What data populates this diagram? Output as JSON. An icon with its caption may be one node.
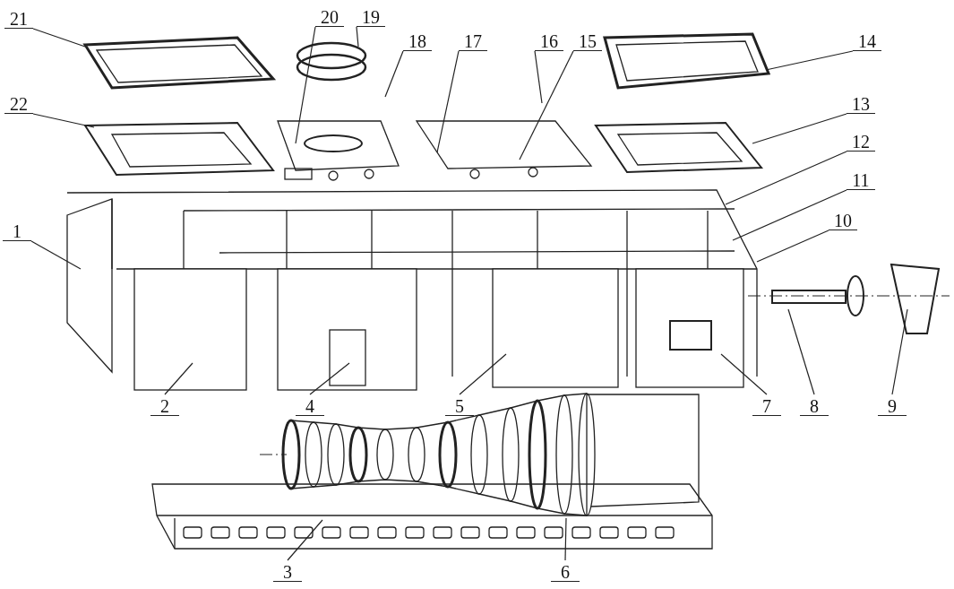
{
  "diagram": {
    "nodes": [
      {
        "text": [
          "1"
        ]
      },
      {
        "text": [
          "2"
        ]
      },
      {
        "text": [
          "3"
        ]
      },
      {
        "text": [
          "4"
        ]
      },
      {
        "text": [
          "5"
        ]
      },
      {
        "text": [
          "6"
        ]
      },
      {
        "text": [
          "7"
        ]
      },
      {
        "text": [
          "8"
        ]
      },
      {
        "text": [
          "9"
        ]
      },
      {
        "text": [
          "10"
        ]
      },
      {
        "text": [
          "11"
        ]
      },
      {
        "text": [
          "12"
        ]
      },
      {
        "text": [
          "13"
        ]
      },
      {
        "text": [
          "14"
        ]
      },
      {
        "text": [
          "15"
        ]
      },
      {
        "text": [
          "16"
        ]
      },
      {
        "text": [
          "17"
        ]
      },
      {
        "text": [
          "18"
        ]
      },
      {
        "text": [
          "19"
        ]
      },
      {
        "text": [
          "20"
        ]
      },
      {
        "text": [
          "21"
        ]
      },
      {
        "text": [
          "22"
        ]
      }
    ],
    "edges": [
      {
        "from": 0,
        "to": null,
        "arrow": "none"
      },
      {
        "from": 1,
        "to": null,
        "arrow": "none"
      },
      {
        "from": 2,
        "to": null,
        "arrow": "none"
      },
      {
        "from": 3,
        "to": null,
        "arrow": "none"
      },
      {
        "from": 4,
        "to": null,
        "arrow": "none"
      },
      {
        "from": 5,
        "to": null,
        "arrow": "none"
      },
      {
        "from": 6,
        "to": null,
        "arrow": "none"
      },
      {
        "from": 7,
        "to": null,
        "arrow": "none"
      },
      {
        "from": 8,
        "to": null,
        "arrow": "none"
      },
      {
        "from": 9,
        "to": null,
        "arrow": "none"
      },
      {
        "from": 10,
        "to": null,
        "arrow": "none"
      },
      {
        "from": 11,
        "to": null,
        "arrow": "none"
      },
      {
        "from": 12,
        "to": null,
        "arrow": "none"
      },
      {
        "from": 13,
        "to": null,
        "arrow": "none"
      },
      {
        "from": 14,
        "to": null,
        "arrow": "none"
      },
      {
        "from": 15,
        "to": null,
        "arrow": "none"
      },
      {
        "from": 16,
        "to": null,
        "arrow": "none"
      },
      {
        "from": 17,
        "to": null,
        "arrow": "none"
      },
      {
        "from": 18,
        "to": null,
        "arrow": "none"
      },
      {
        "from": 19,
        "to": null,
        "arrow": "none"
      },
      {
        "from": 20,
        "to": null,
        "arrow": "none"
      },
      {
        "from": 21,
        "to": null,
        "arrow": "none"
      }
    ]
  }
}
